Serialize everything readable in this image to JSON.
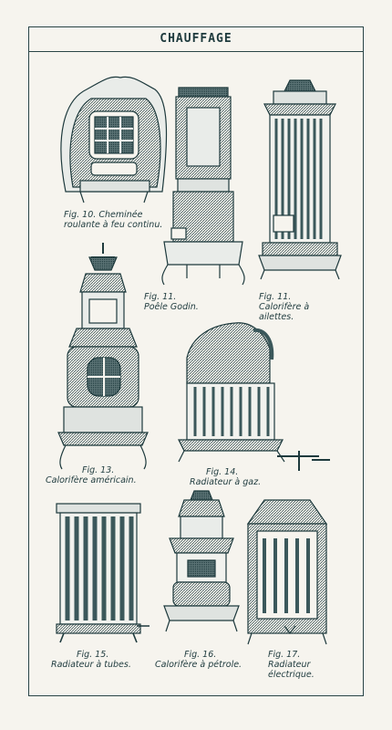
{
  "title": "CHAUFFAGE",
  "figures": [
    {
      "fig": "Fig. 10.",
      "line1": "Cheminée",
      "line2": "roulante à feu continu."
    },
    {
      "fig": "Fig. 11.",
      "line1": "Poêle Godin.",
      "line2": ""
    },
    {
      "fig": "Fig. 11.",
      "line1": "Calorifère à",
      "line2": "ailettes."
    },
    {
      "fig": "Fig. 13.",
      "line1": "Calorifère américain.",
      "line2": ""
    },
    {
      "fig": "Fig. 14.",
      "line1": "Radiateur à gaz.",
      "line2": ""
    },
    {
      "fig": "Fig. 15.",
      "line1": "Radiateur à tubes.",
      "line2": ""
    },
    {
      "fig": "Fig. 16.",
      "line1": "Calorifère à pétrole.",
      "line2": ""
    },
    {
      "fig": "Fig. 17.",
      "line1": "Radiateur",
      "line2": "électrique."
    }
  ],
  "colors": {
    "ink": "#1e3a3d",
    "paper": "#f6f4ee"
  }
}
